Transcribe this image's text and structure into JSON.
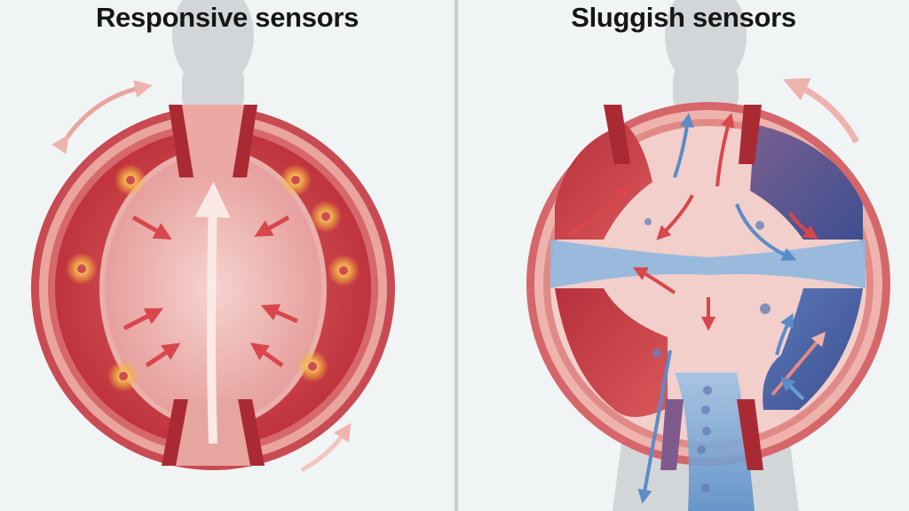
{
  "panels": [
    {
      "title": "Responsive sensors",
      "state": "responsive",
      "colors": {
        "outer": "#c84a52",
        "inner": "#f2c0bd",
        "chamber": "#c9363e",
        "glow": "#f7b545",
        "arrow": "#d9464b"
      }
    },
    {
      "title": "Sluggish sensors",
      "state": "sluggish",
      "colors": {
        "outer": "#d7676a",
        "inner": "#f4d0cc",
        "chamber_red": "#c0353c",
        "chamber_blue": "#4a5b9c",
        "flow_blue": "#6c9fd0",
        "arrow": "#d9464b"
      }
    }
  ],
  "background": "#f1f4f5",
  "silhouette": "#d3d6d8"
}
